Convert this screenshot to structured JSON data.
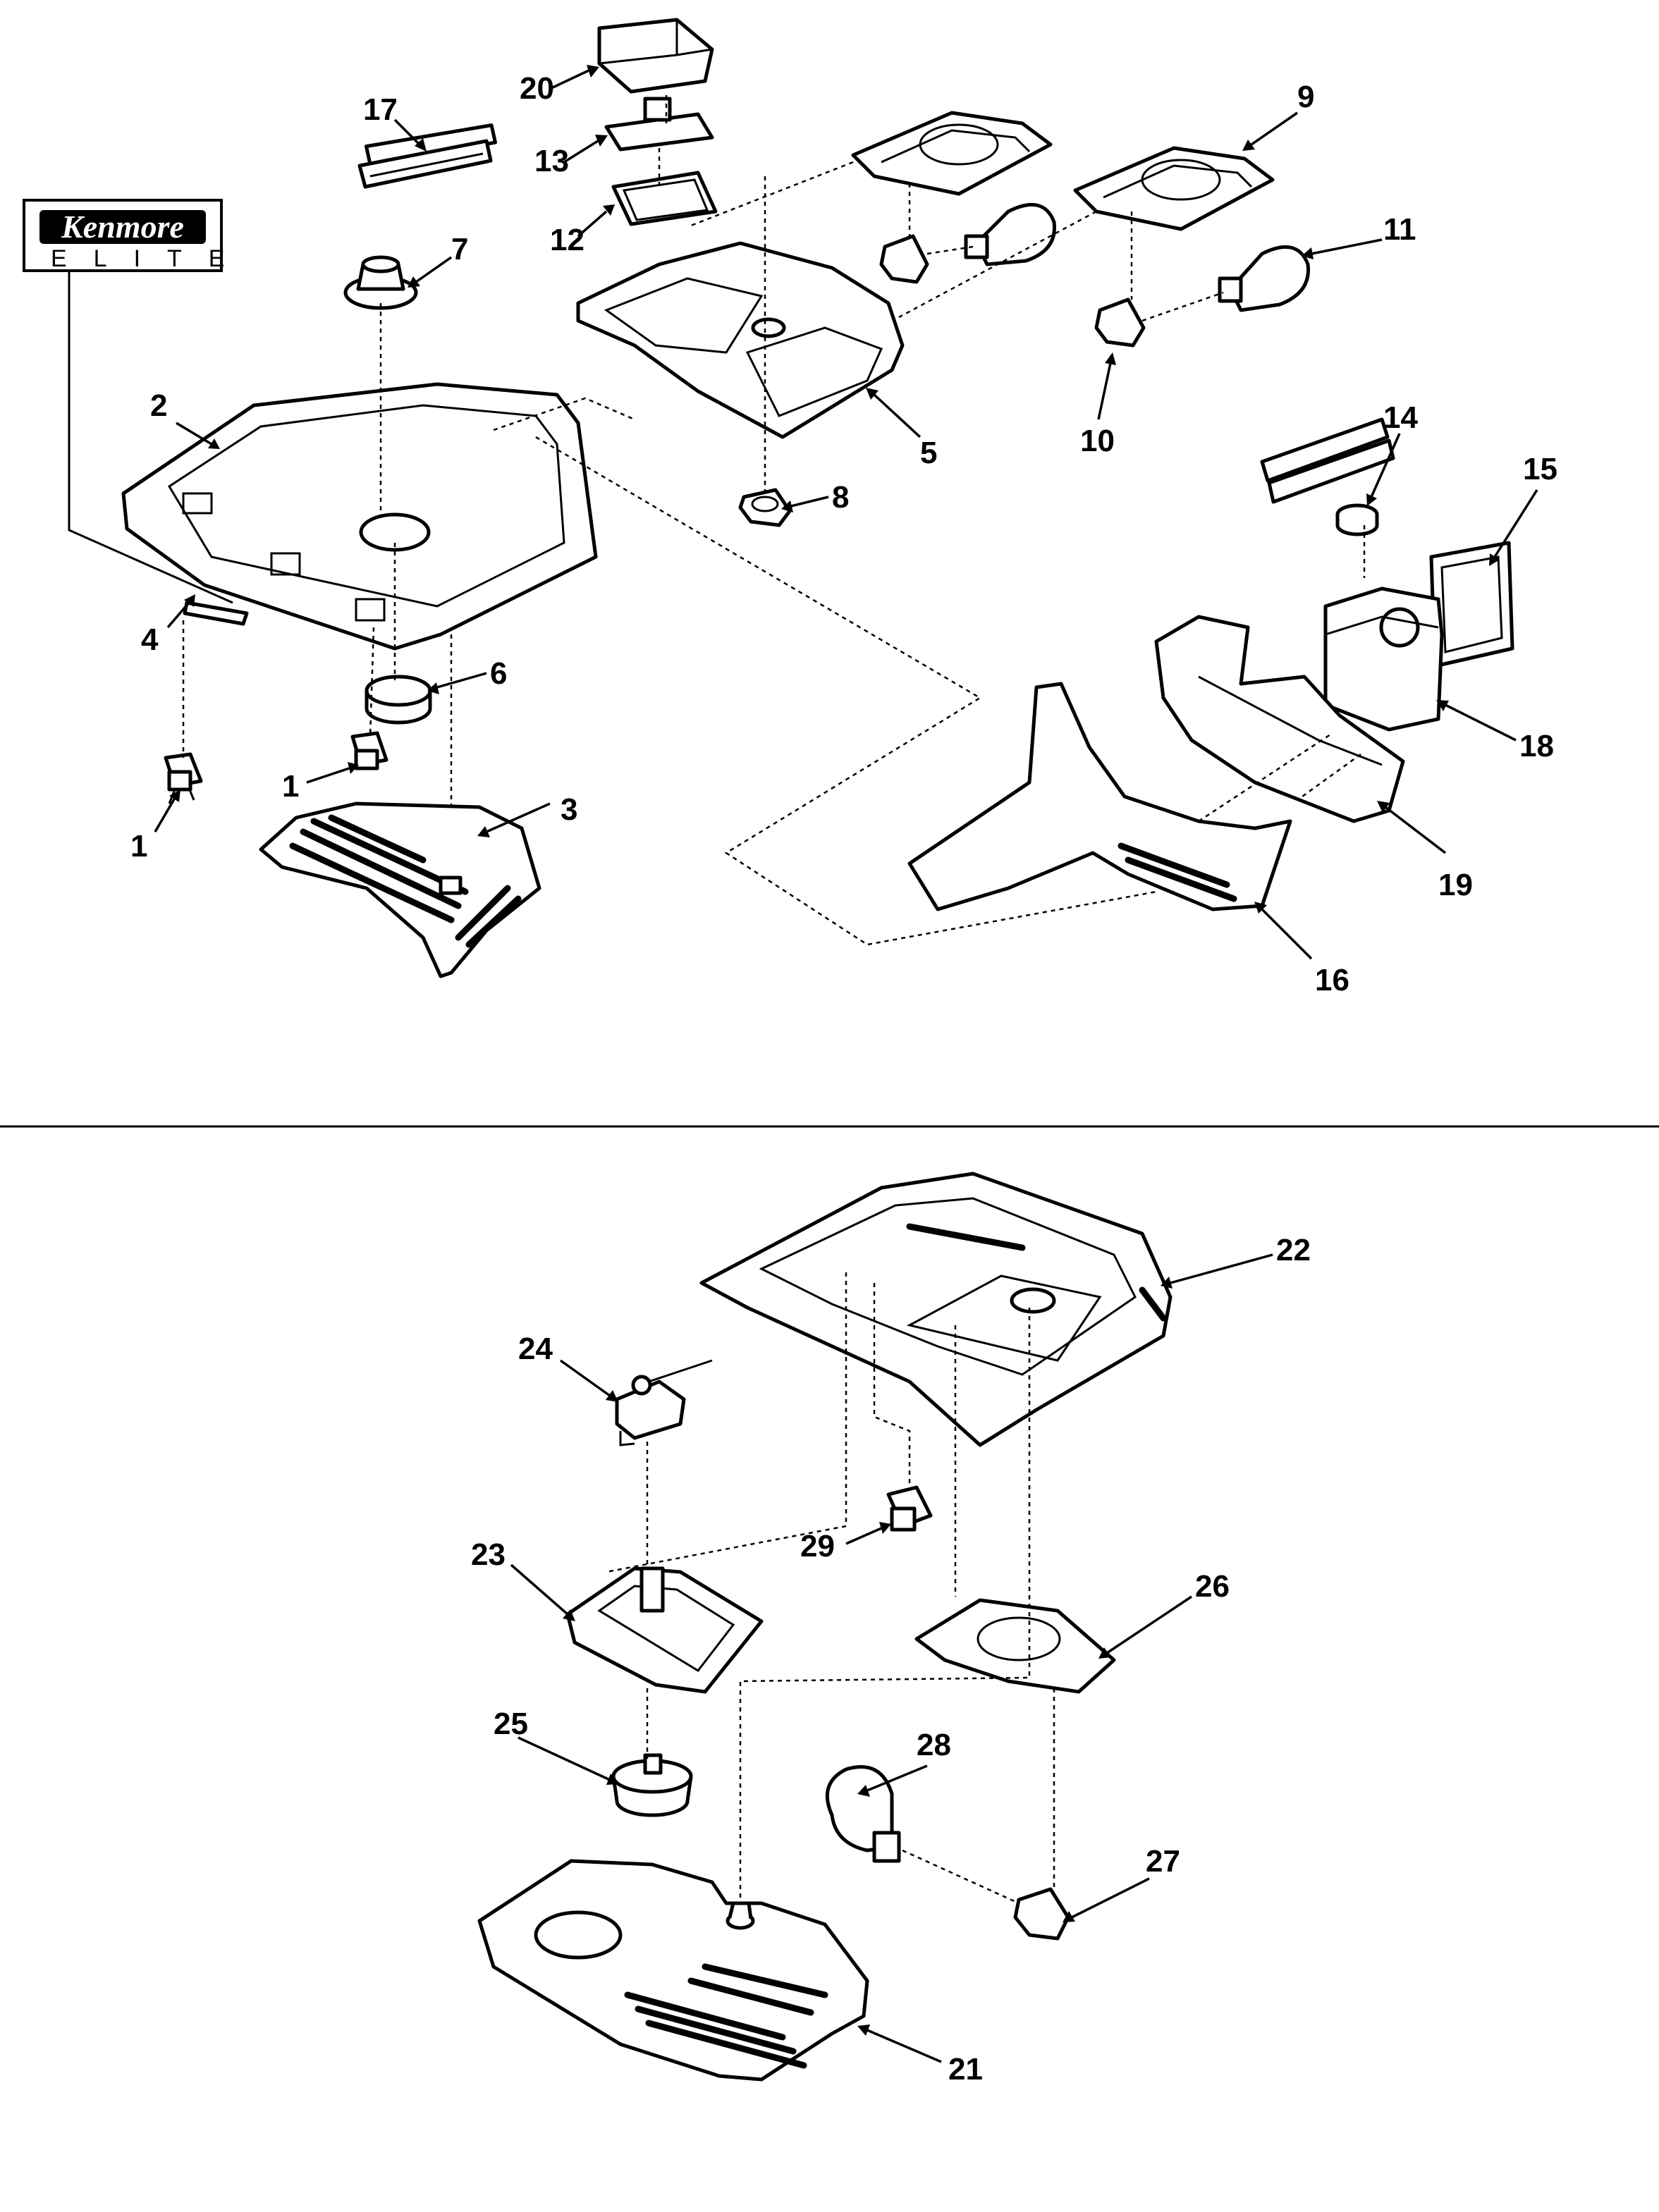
{
  "logo": {
    "brand": "Kenmore",
    "line": "ELITE"
  },
  "callouts": {
    "c1a": "1",
    "c1b": "1",
    "c2": "2",
    "c3": "3",
    "c4": "4",
    "c5": "5",
    "c6": "6",
    "c7": "7",
    "c8": "8",
    "c9": "9",
    "c10": "10",
    "c11": "11",
    "c12": "12",
    "c13": "13",
    "c14": "14",
    "c15": "15",
    "c16": "16",
    "c17": "17",
    "c18": "18",
    "c19": "19",
    "c20": "20",
    "c21": "21",
    "c22": "22",
    "c23": "23",
    "c24": "24",
    "c25": "25",
    "c26": "26",
    "c27": "27",
    "c28": "28",
    "c29": "29"
  },
  "colors": {
    "line": "#000000",
    "background": "#ffffff"
  }
}
